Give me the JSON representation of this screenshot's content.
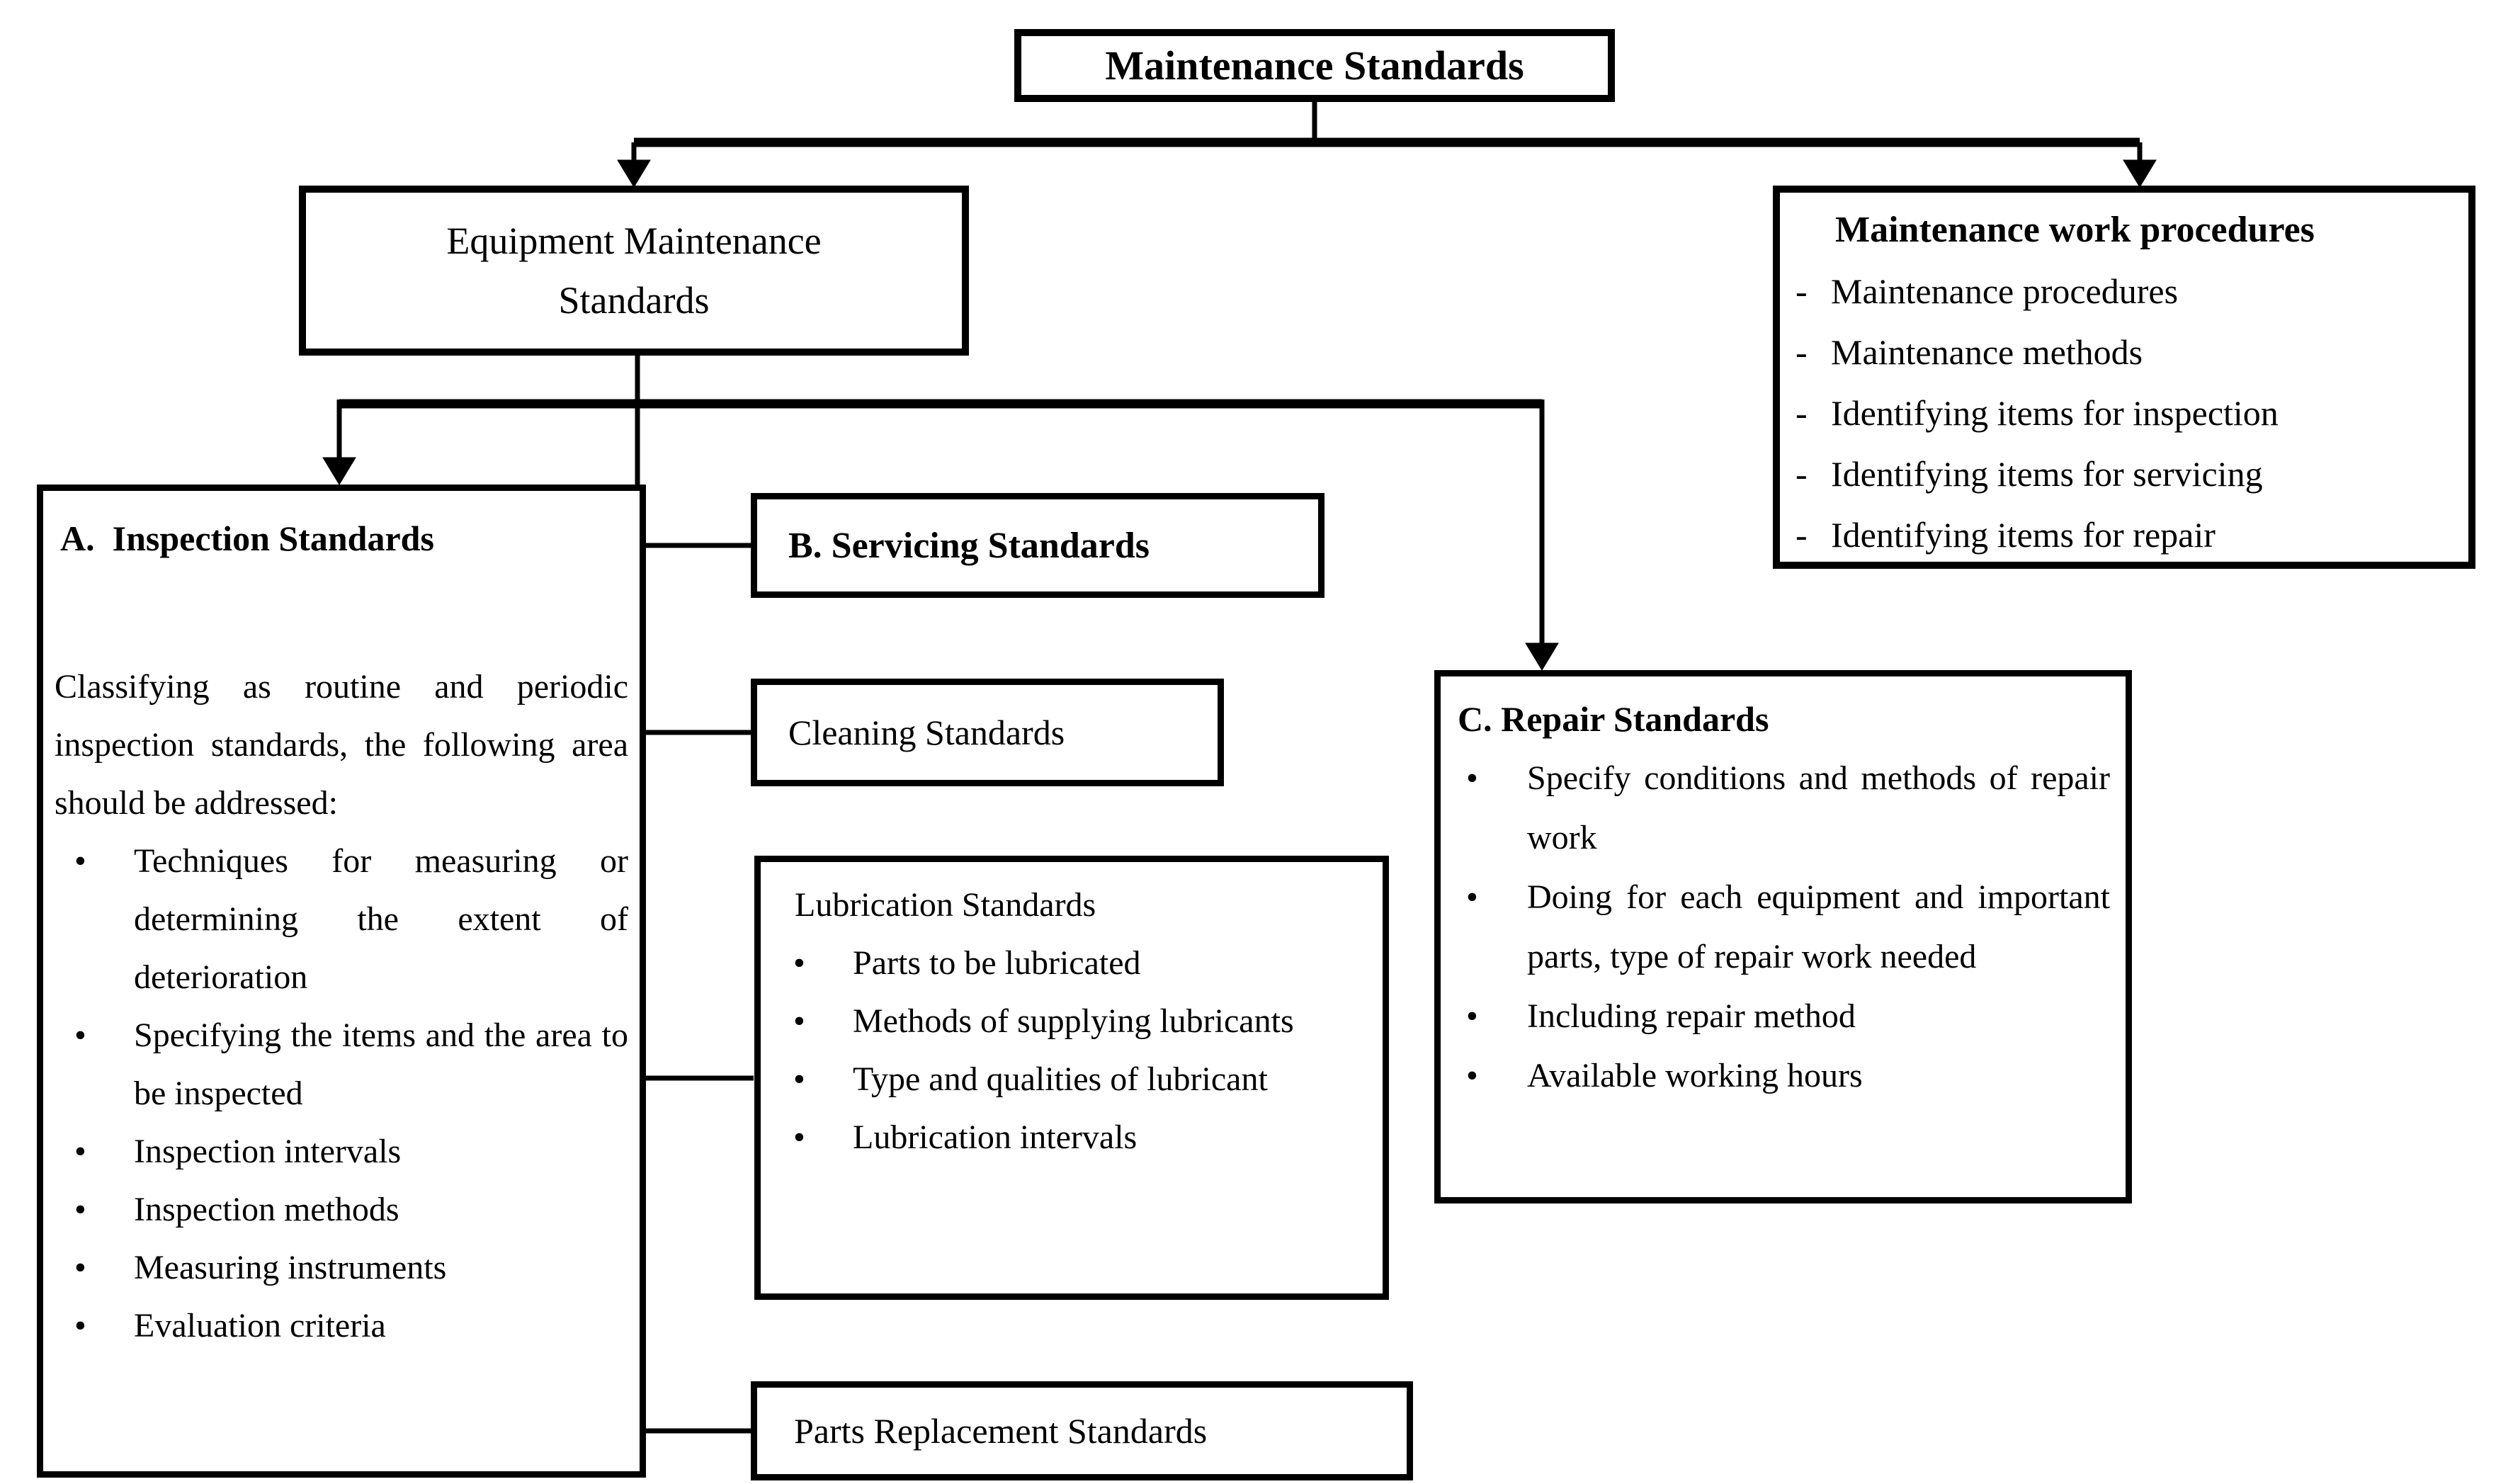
{
  "glyphs": {
    "bullet": "•",
    "dash": "-"
  },
  "colors": {
    "line": "#000000",
    "background": "#ffffff",
    "text": "#000000"
  },
  "nodes": {
    "root": {
      "label": "Maintenance Standards"
    },
    "equipment": {
      "label": "Equipment Maintenance Standards"
    },
    "procedures": {
      "title": "Maintenance work procedures",
      "items": [
        "Maintenance procedures",
        "Maintenance methods",
        "Identifying items for inspection",
        "Identifying items for servicing",
        "Identifying items for repair"
      ]
    },
    "inspection": {
      "title": "A.  Inspection Standards",
      "intro": "Classifying as routine and periodic inspection standards, the following area should be addressed:",
      "bullets": [
        "Techniques for measuring or determining the extent of deterioration",
        "Specifying the items and the area to be inspected",
        "Inspection intervals",
        "Inspection methods",
        "Measuring instruments",
        "Evaluation criteria"
      ]
    },
    "servicing": {
      "title": "B. Servicing Standards"
    },
    "cleaning": {
      "title": "Cleaning Standards"
    },
    "lubrication": {
      "title": "Lubrication Standards",
      "bullets": [
        "Parts to be lubricated",
        "Methods of supplying lubricants",
        "Type and qualities of lubricant",
        "Lubrication intervals"
      ]
    },
    "parts": {
      "title": "Parts Replacement Standards"
    },
    "repair": {
      "title": "C. Repair Standards",
      "bullets": [
        "Specify conditions and methods of repair work",
        "Doing for each equipment and important parts, type of repair work needed",
        "Including repair method",
        "Available working hours"
      ]
    }
  }
}
